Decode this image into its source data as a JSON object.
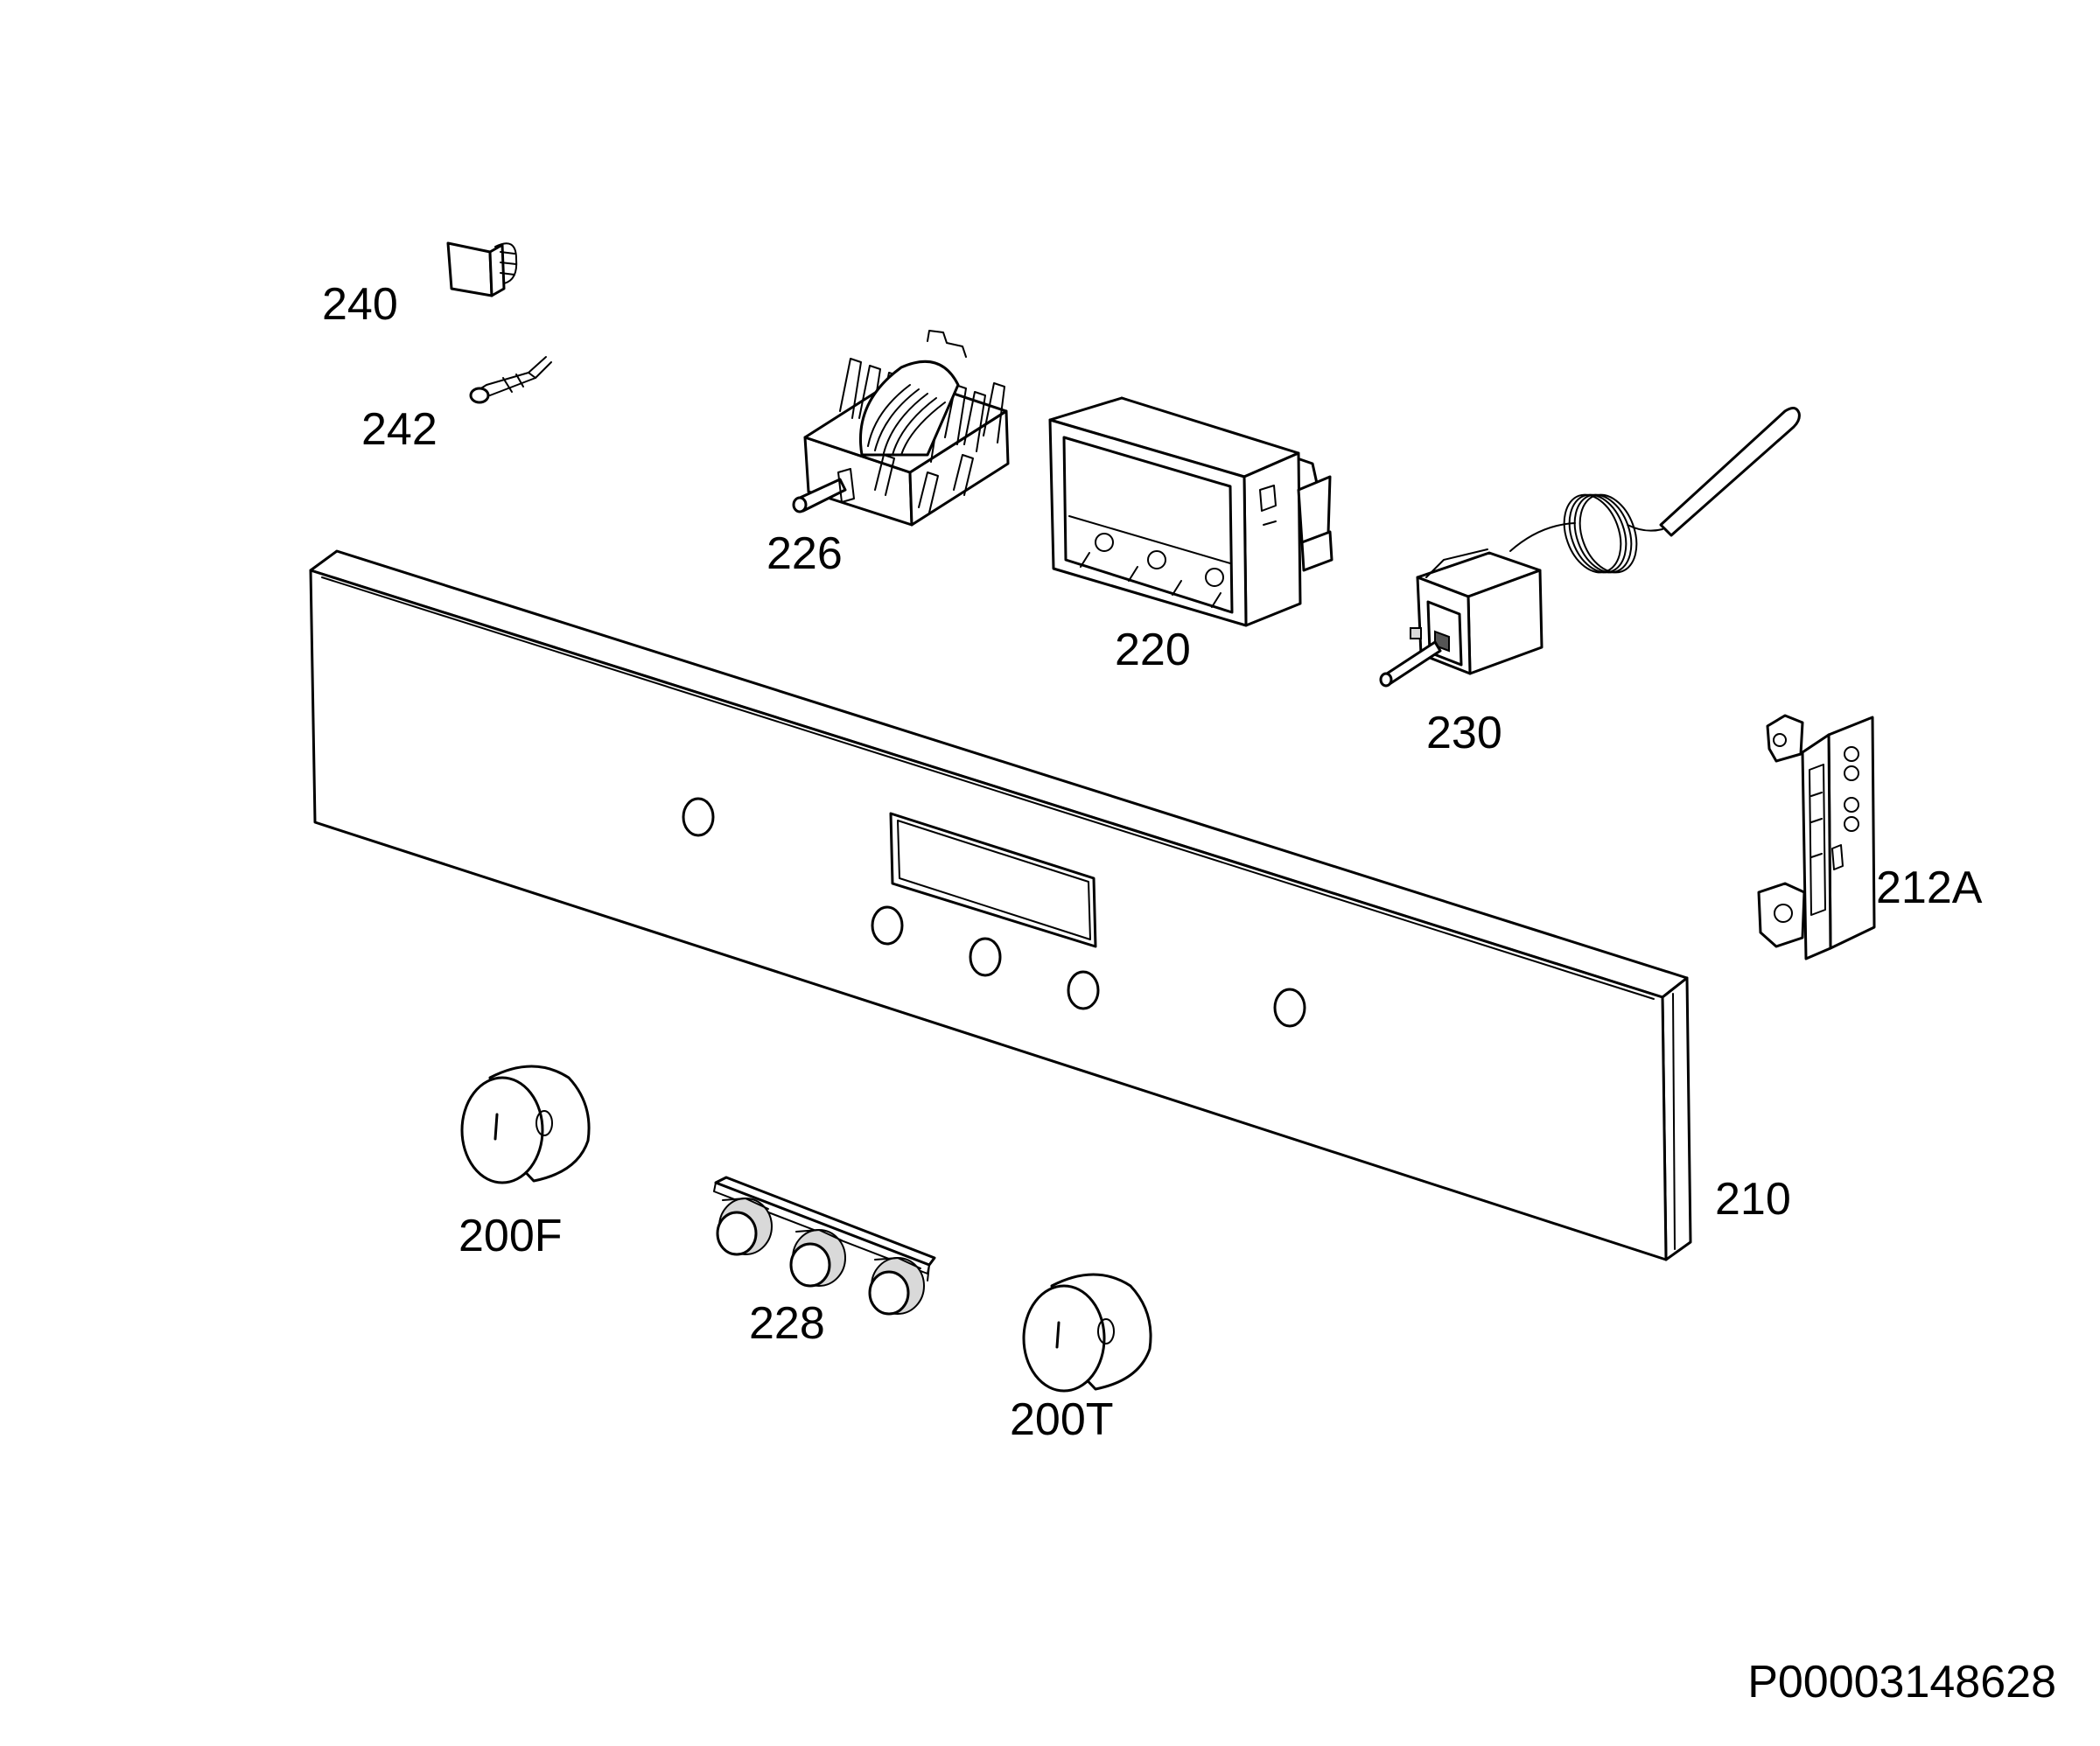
{
  "parts": {
    "p240": "240",
    "p242": "242",
    "p226": "226",
    "p220": "220",
    "p230": "230",
    "p212a": "212A",
    "p210": "210",
    "p200f": "200F",
    "p228": "228",
    "p200t": "200T"
  },
  "document_id": "P00003148628"
}
